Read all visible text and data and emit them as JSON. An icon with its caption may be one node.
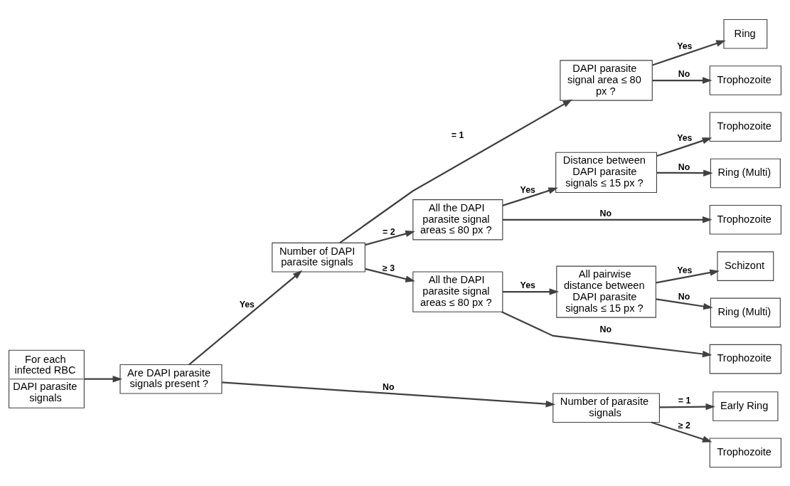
{
  "diagram": {
    "nodes": [
      {
        "text": [
          "For each infected RBC",
          "DAPI parasite signals"
        ]
      },
      {
        "text": [
          "Are DAPI parasite signals present ?"
        ]
      },
      {
        "text": [
          "Number of DAPI parasite signals"
        ]
      },
      {
        "text": [
          "DAPI parasite signal area ≤ 80 px ?"
        ]
      },
      {
        "text": [
          "All the DAPI parasite signal areas ≤ 80 px ?"
        ]
      },
      {
        "text": [
          "All the DAPI parasite signal areas ≤ 80 px ?"
        ]
      },
      {
        "text": [
          "Number of parasite signals"
        ]
      },
      {
        "text": [
          "Ring"
        ]
      },
      {
        "text": [
          "Trophozoite"
        ]
      },
      {
        "text": [
          "Distance between DAPI parasite signals ≤ 15 px ?"
        ]
      },
      {
        "text": [
          "Trophozoite"
        ]
      },
      {
        "text": [
          "Ring (Multi)"
        ]
      },
      {
        "text": [
          "Trophozoite"
        ]
      },
      {
        "text": [
          "All pairwise distance between DAPI parasite signals ≤ 15 px ?"
        ]
      },
      {
        "text": [
          "Schizont"
        ]
      },
      {
        "text": [
          "Ring (Multi)"
        ]
      },
      {
        "text": [
          "Trophozoite"
        ]
      },
      {
        "text": [
          "Early Ring"
        ]
      },
      {
        "text": [
          "Trophozoite"
        ]
      }
    ],
    "edges": [
      {
        "from": 0,
        "to": 1,
        "arrow": "to"
      },
      {
        "from": 1,
        "to": 2,
        "arrow": "to",
        "label": "Yes"
      },
      {
        "from": 1,
        "to": 6,
        "arrow": "to",
        "label": "No"
      },
      {
        "from": 2,
        "to": 3,
        "arrow": "to",
        "label": "= 1"
      },
      {
        "from": 2,
        "to": 4,
        "arrow": "to",
        "label": "= 2"
      },
      {
        "from": 2,
        "to": 5,
        "arrow": "to",
        "label": "≥ 3"
      },
      {
        "from": 3,
        "to": 7,
        "arrow": "to",
        "label": "Yes"
      },
      {
        "from": 3,
        "to": 8,
        "arrow": "to",
        "label": "No"
      },
      {
        "from": 4,
        "to": 9,
        "arrow": "to",
        "label": "Yes"
      },
      {
        "from": 4,
        "to": 12,
        "arrow": "to",
        "label": "No"
      },
      {
        "from": 5,
        "to": 13,
        "arrow": "to",
        "label": "Yes"
      },
      {
        "from": 5,
        "to": 16,
        "arrow": "to",
        "label": "No"
      },
      {
        "from": 6,
        "to": 17,
        "arrow": "to",
        "label": "= 1"
      },
      {
        "from": 6,
        "to": 18,
        "arrow": "to",
        "label": "≥ 2"
      },
      {
        "from": 9,
        "to": 10,
        "arrow": "to",
        "label": "Yes"
      },
      {
        "from": 9,
        "to": 11,
        "arrow": "to",
        "label": "No"
      },
      {
        "from": 13,
        "to": 14,
        "arrow": "to",
        "label": "Yes"
      },
      {
        "from": 13,
        "to": 15,
        "arrow": "to",
        "label": "No"
      }
    ]
  }
}
